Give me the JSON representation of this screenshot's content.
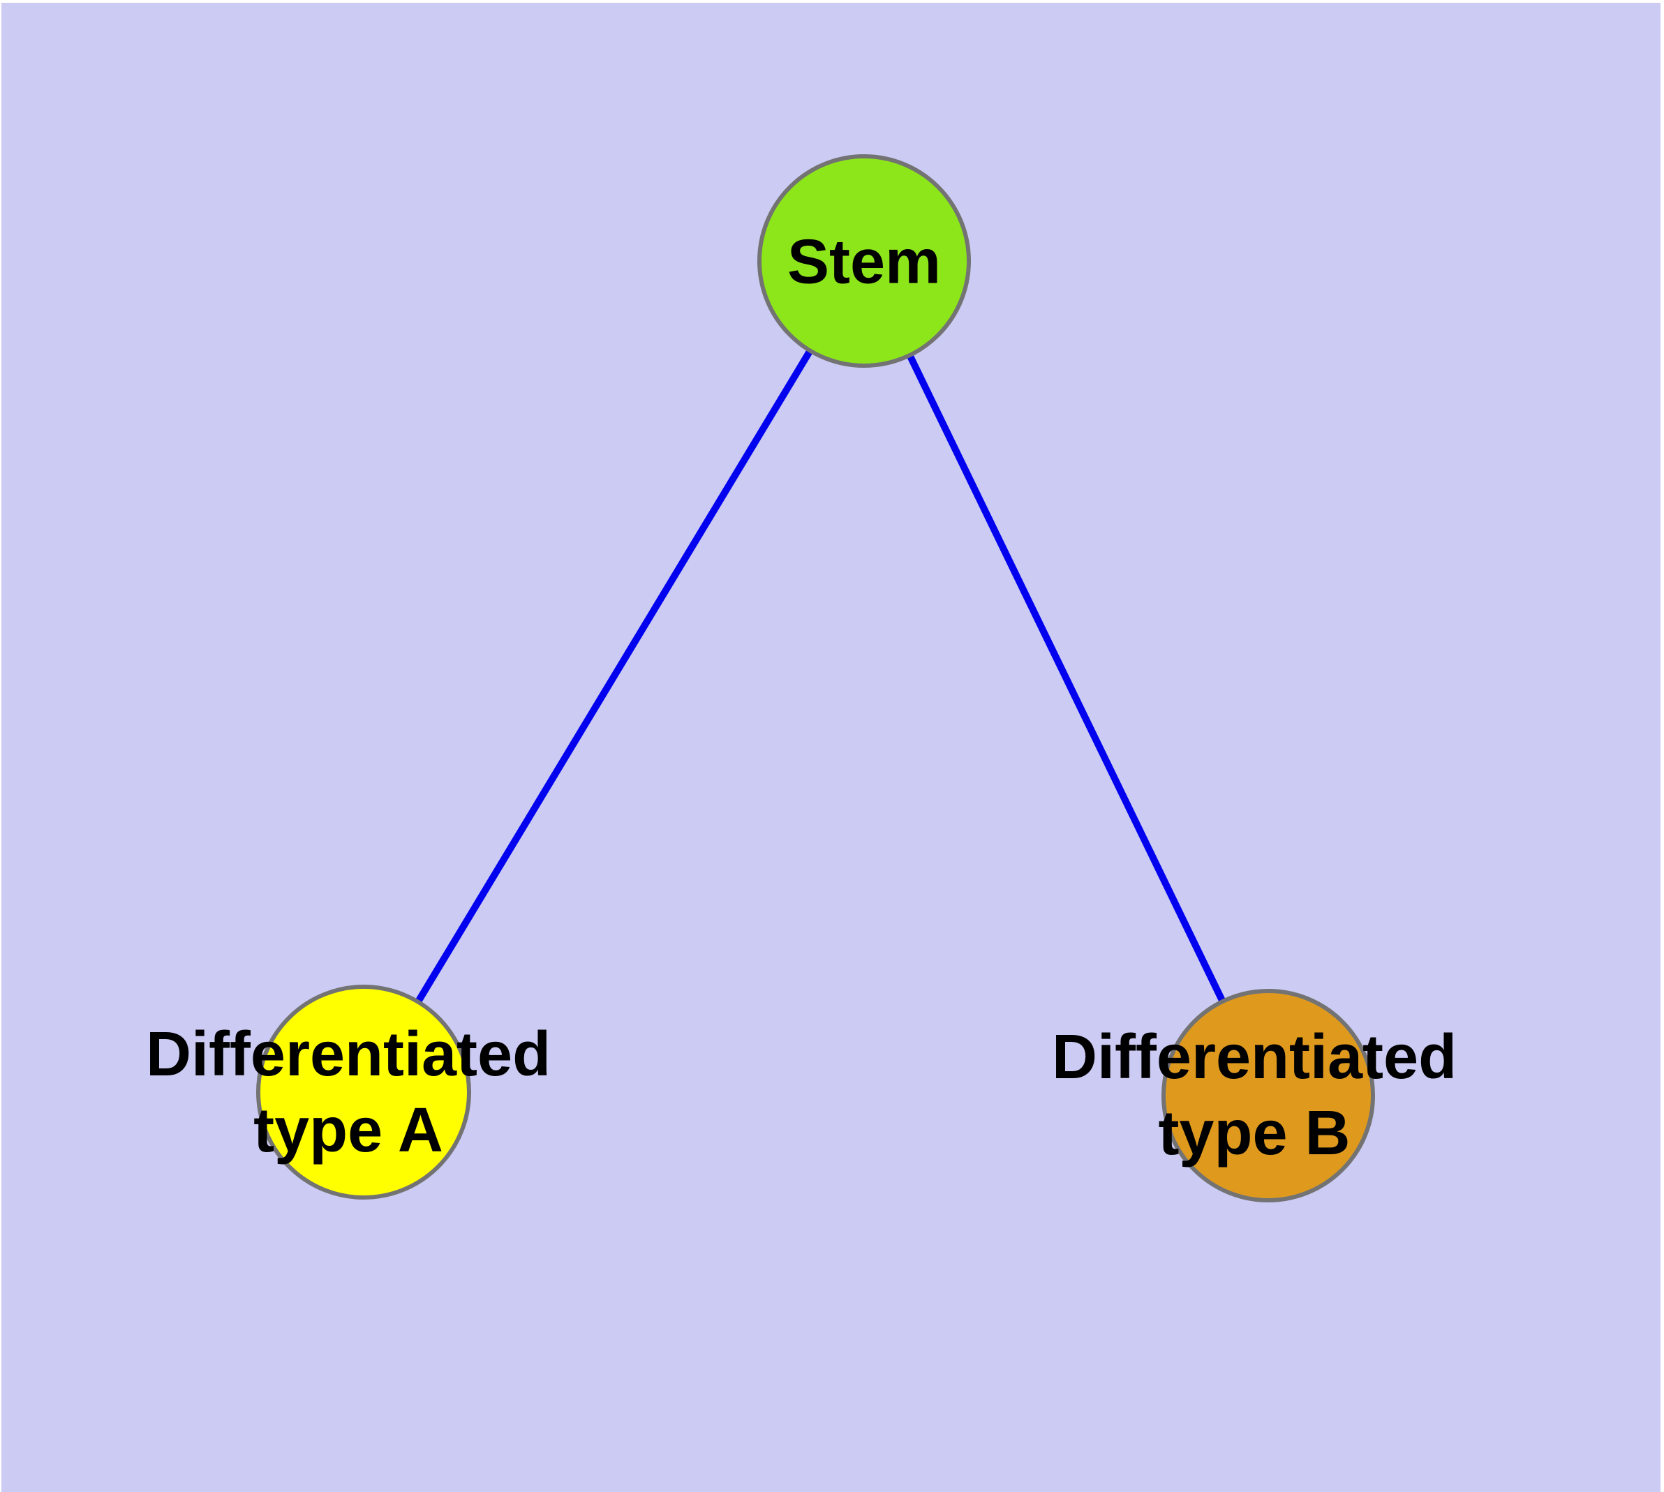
{
  "diagram": {
    "margin_color": "#ffffff",
    "background_color": "#cbcbf4",
    "edge_color": "#0202ee",
    "node_border_color": "#737373",
    "text_color": "#000000",
    "nodes": [
      {
        "id": "stem",
        "label": "Stem",
        "fill": "#8ce61a"
      },
      {
        "id": "differentiated-type-a",
        "label": "Differentiated\ntype A",
        "fill": "#ffff00"
      },
      {
        "id": "differentiated-type-b",
        "label": "Differentiated\ntype B",
        "fill": "#df9a1e"
      }
    ],
    "edges": [
      {
        "from": "stem",
        "to": "differentiated-type-a"
      },
      {
        "from": "stem",
        "to": "differentiated-type-b"
      }
    ]
  }
}
